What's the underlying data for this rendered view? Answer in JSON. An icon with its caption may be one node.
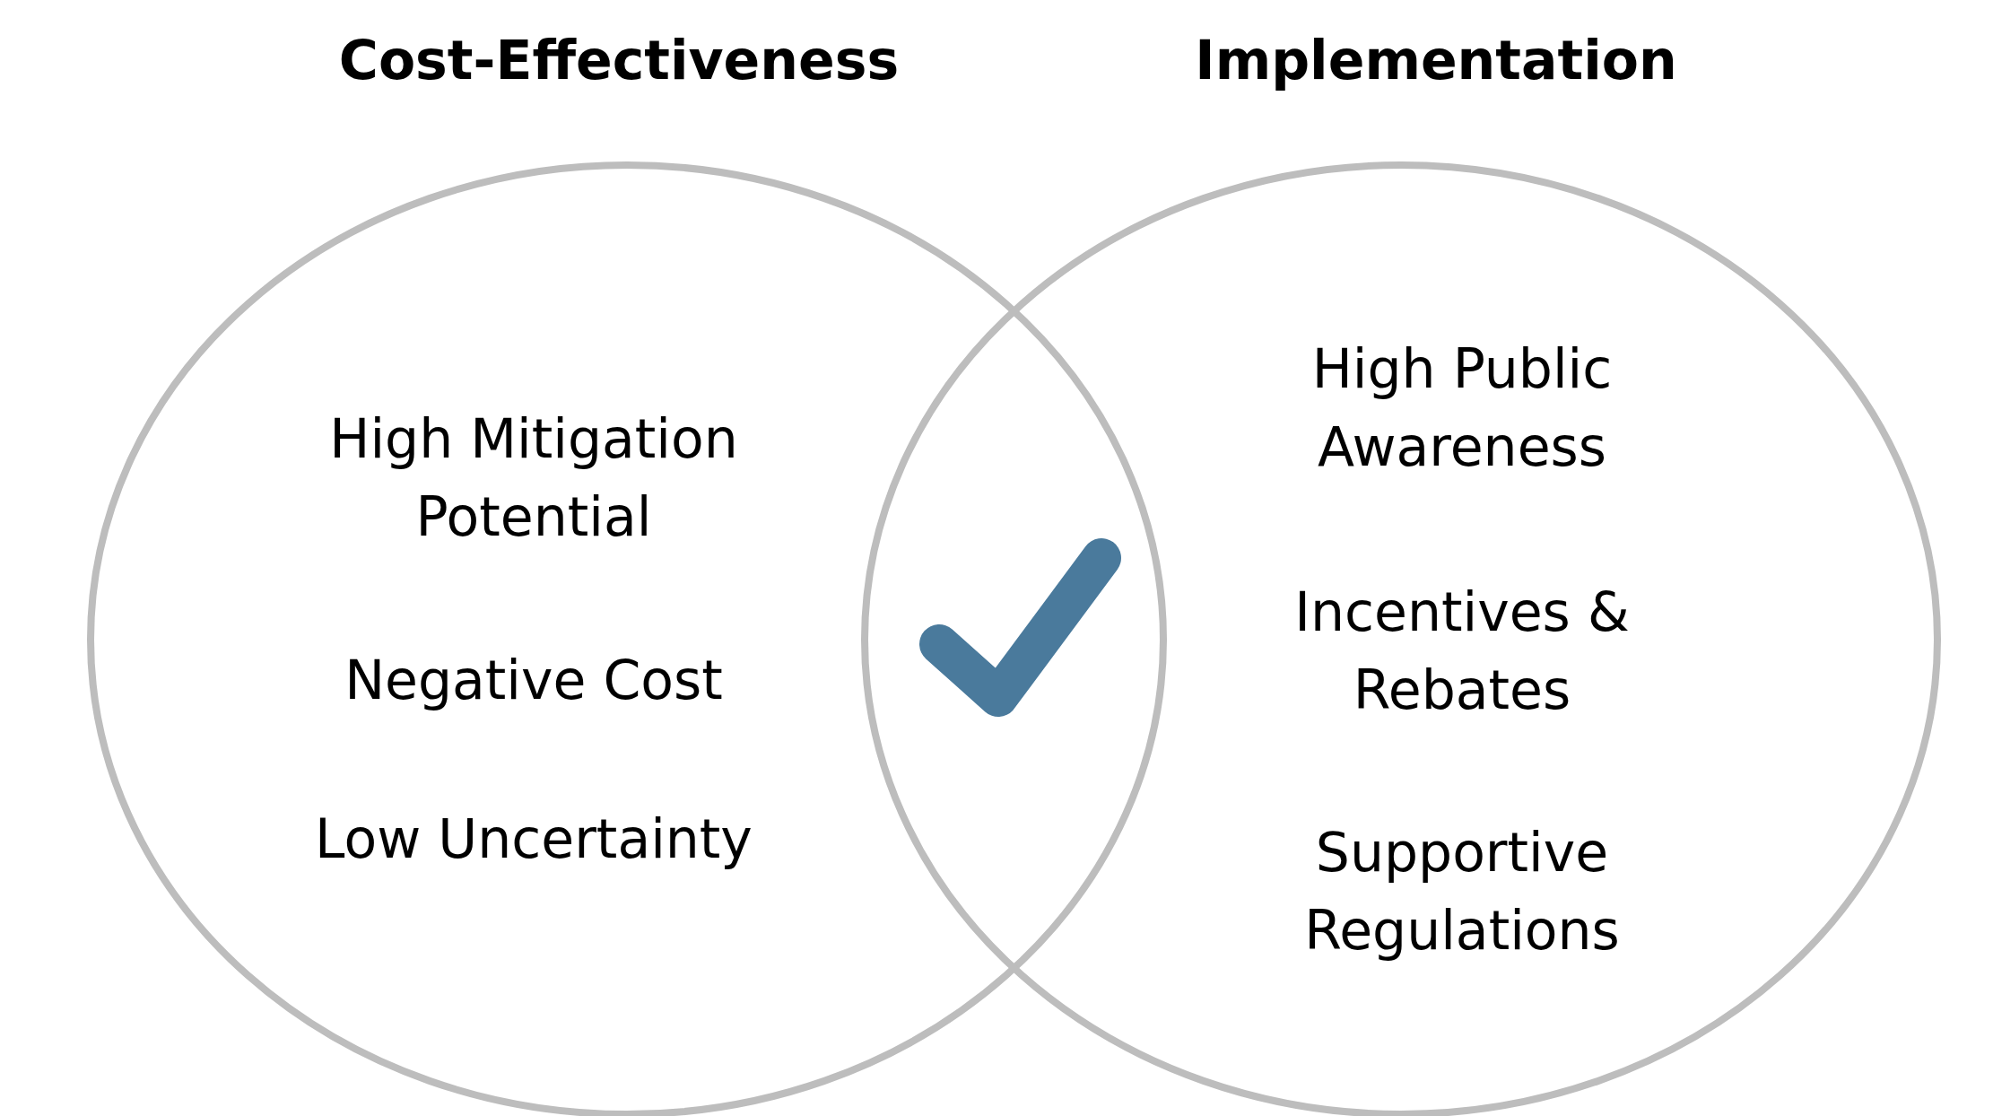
{
  "diagram": {
    "nodes": [
      {
        "text": [
          "Cost-Effectiveness",
          "High Mitigation Potential",
          "Negative Cost",
          "Low Uncertainty"
        ]
      },
      {
        "text": [
          "Implementation",
          "High Public Awareness",
          "Incentives & Rebates",
          "Supportive Regulations"
        ]
      }
    ]
  }
}
